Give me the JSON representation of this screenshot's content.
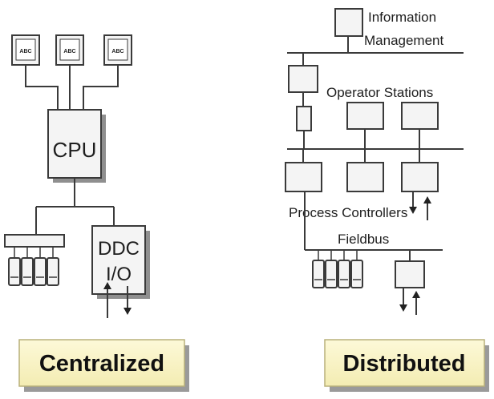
{
  "centralized": {
    "caption": "Centralized",
    "terminal_labels": [
      "ABC",
      "ABC",
      "ABC"
    ],
    "cpu_label": "CPU",
    "ddc_label": "DDC",
    "io_label": "I/O"
  },
  "distributed": {
    "caption": "Distributed",
    "info_line1": "Information",
    "info_line2": "Management",
    "operator_stations": "Operator Stations",
    "process_controllers": "Process Controllers",
    "fieldbus": "Fieldbus"
  },
  "colors": {
    "caption_fill": "#fbf6c8",
    "line": "#3a3a3a"
  }
}
